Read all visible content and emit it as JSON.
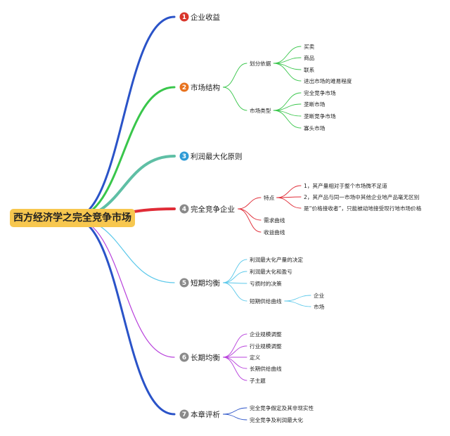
{
  "root": {
    "label": "西方经济学之完全竞争市场"
  },
  "colors": {
    "root_bg": "#f7c74f",
    "badge_red": "#d9352b",
    "badge_orange": "#e8731f",
    "badge_blue": "#2e9bd6",
    "badge_gray": "#8a8a8a"
  },
  "branches": [
    {
      "num": "1",
      "label": "企业收益",
      "color": "#2a53c8",
      "badge": "#d9352b",
      "children": []
    },
    {
      "num": "2",
      "label": "市场结构",
      "color": "#39c64b",
      "badge": "#e8731f",
      "children": [
        {
          "label": "划分依据",
          "children": [
            {
              "label": "买卖"
            },
            {
              "label": "商品"
            },
            {
              "label": "联系"
            },
            {
              "label": "进出市场的难易程度"
            }
          ]
        },
        {
          "label": "市场类型",
          "children": [
            {
              "label": "完全竞争市场"
            },
            {
              "label": "垄断市场"
            },
            {
              "label": "垄断竞争市场"
            },
            {
              "label": "寡头市场"
            }
          ]
        }
      ]
    },
    {
      "num": "3",
      "label": "利润最大化原则",
      "color": "#5fbfa5",
      "badge": "#2e9bd6",
      "children": []
    },
    {
      "num": "4",
      "label": "完全竞争企业",
      "color": "#e02c37",
      "badge": "#8a8a8a",
      "children": [
        {
          "label": "特点",
          "children": [
            {
              "label": "1，其产量相对于整个市场微不足道"
            },
            {
              "label": "2，其产品与同一市场中其他企业地产品毫无区别"
            },
            {
              "label": "是“价格接收者”，只能被动地接受现行地市场价格"
            }
          ]
        },
        {
          "label": "需求曲线",
          "children": []
        },
        {
          "label": "收益曲线",
          "children": []
        }
      ]
    },
    {
      "num": "5",
      "label": "短期均衡",
      "color": "#5ac8ea",
      "badge": "#8a8a8a",
      "children": [
        {
          "label": "利润最大化产量的决定",
          "children": []
        },
        {
          "label": "利润最大化和盈亏",
          "children": []
        },
        {
          "label": "亏损时的决策",
          "children": []
        },
        {
          "label": "短期供给曲线",
          "children": [
            {
              "label": "企业"
            },
            {
              "label": "市场"
            }
          ]
        }
      ]
    },
    {
      "num": "6",
      "label": "长期均衡",
      "color": "#b842dc",
      "badge": "#8a8a8a",
      "children": [
        {
          "label": "企业规模调整",
          "children": []
        },
        {
          "label": "行业规模调整",
          "children": []
        },
        {
          "label": "定义",
          "children": []
        },
        {
          "label": "长期供给曲线",
          "children": []
        },
        {
          "label": "子主题",
          "children": []
        }
      ]
    },
    {
      "num": "7",
      "label": "本章评析",
      "color": "#2a53c8",
      "badge": "#8a8a8a",
      "children": [
        {
          "label": "完全竞争假定及其非现实性",
          "children": []
        },
        {
          "label": "完全竞争及利润最大化",
          "children": []
        }
      ]
    }
  ]
}
